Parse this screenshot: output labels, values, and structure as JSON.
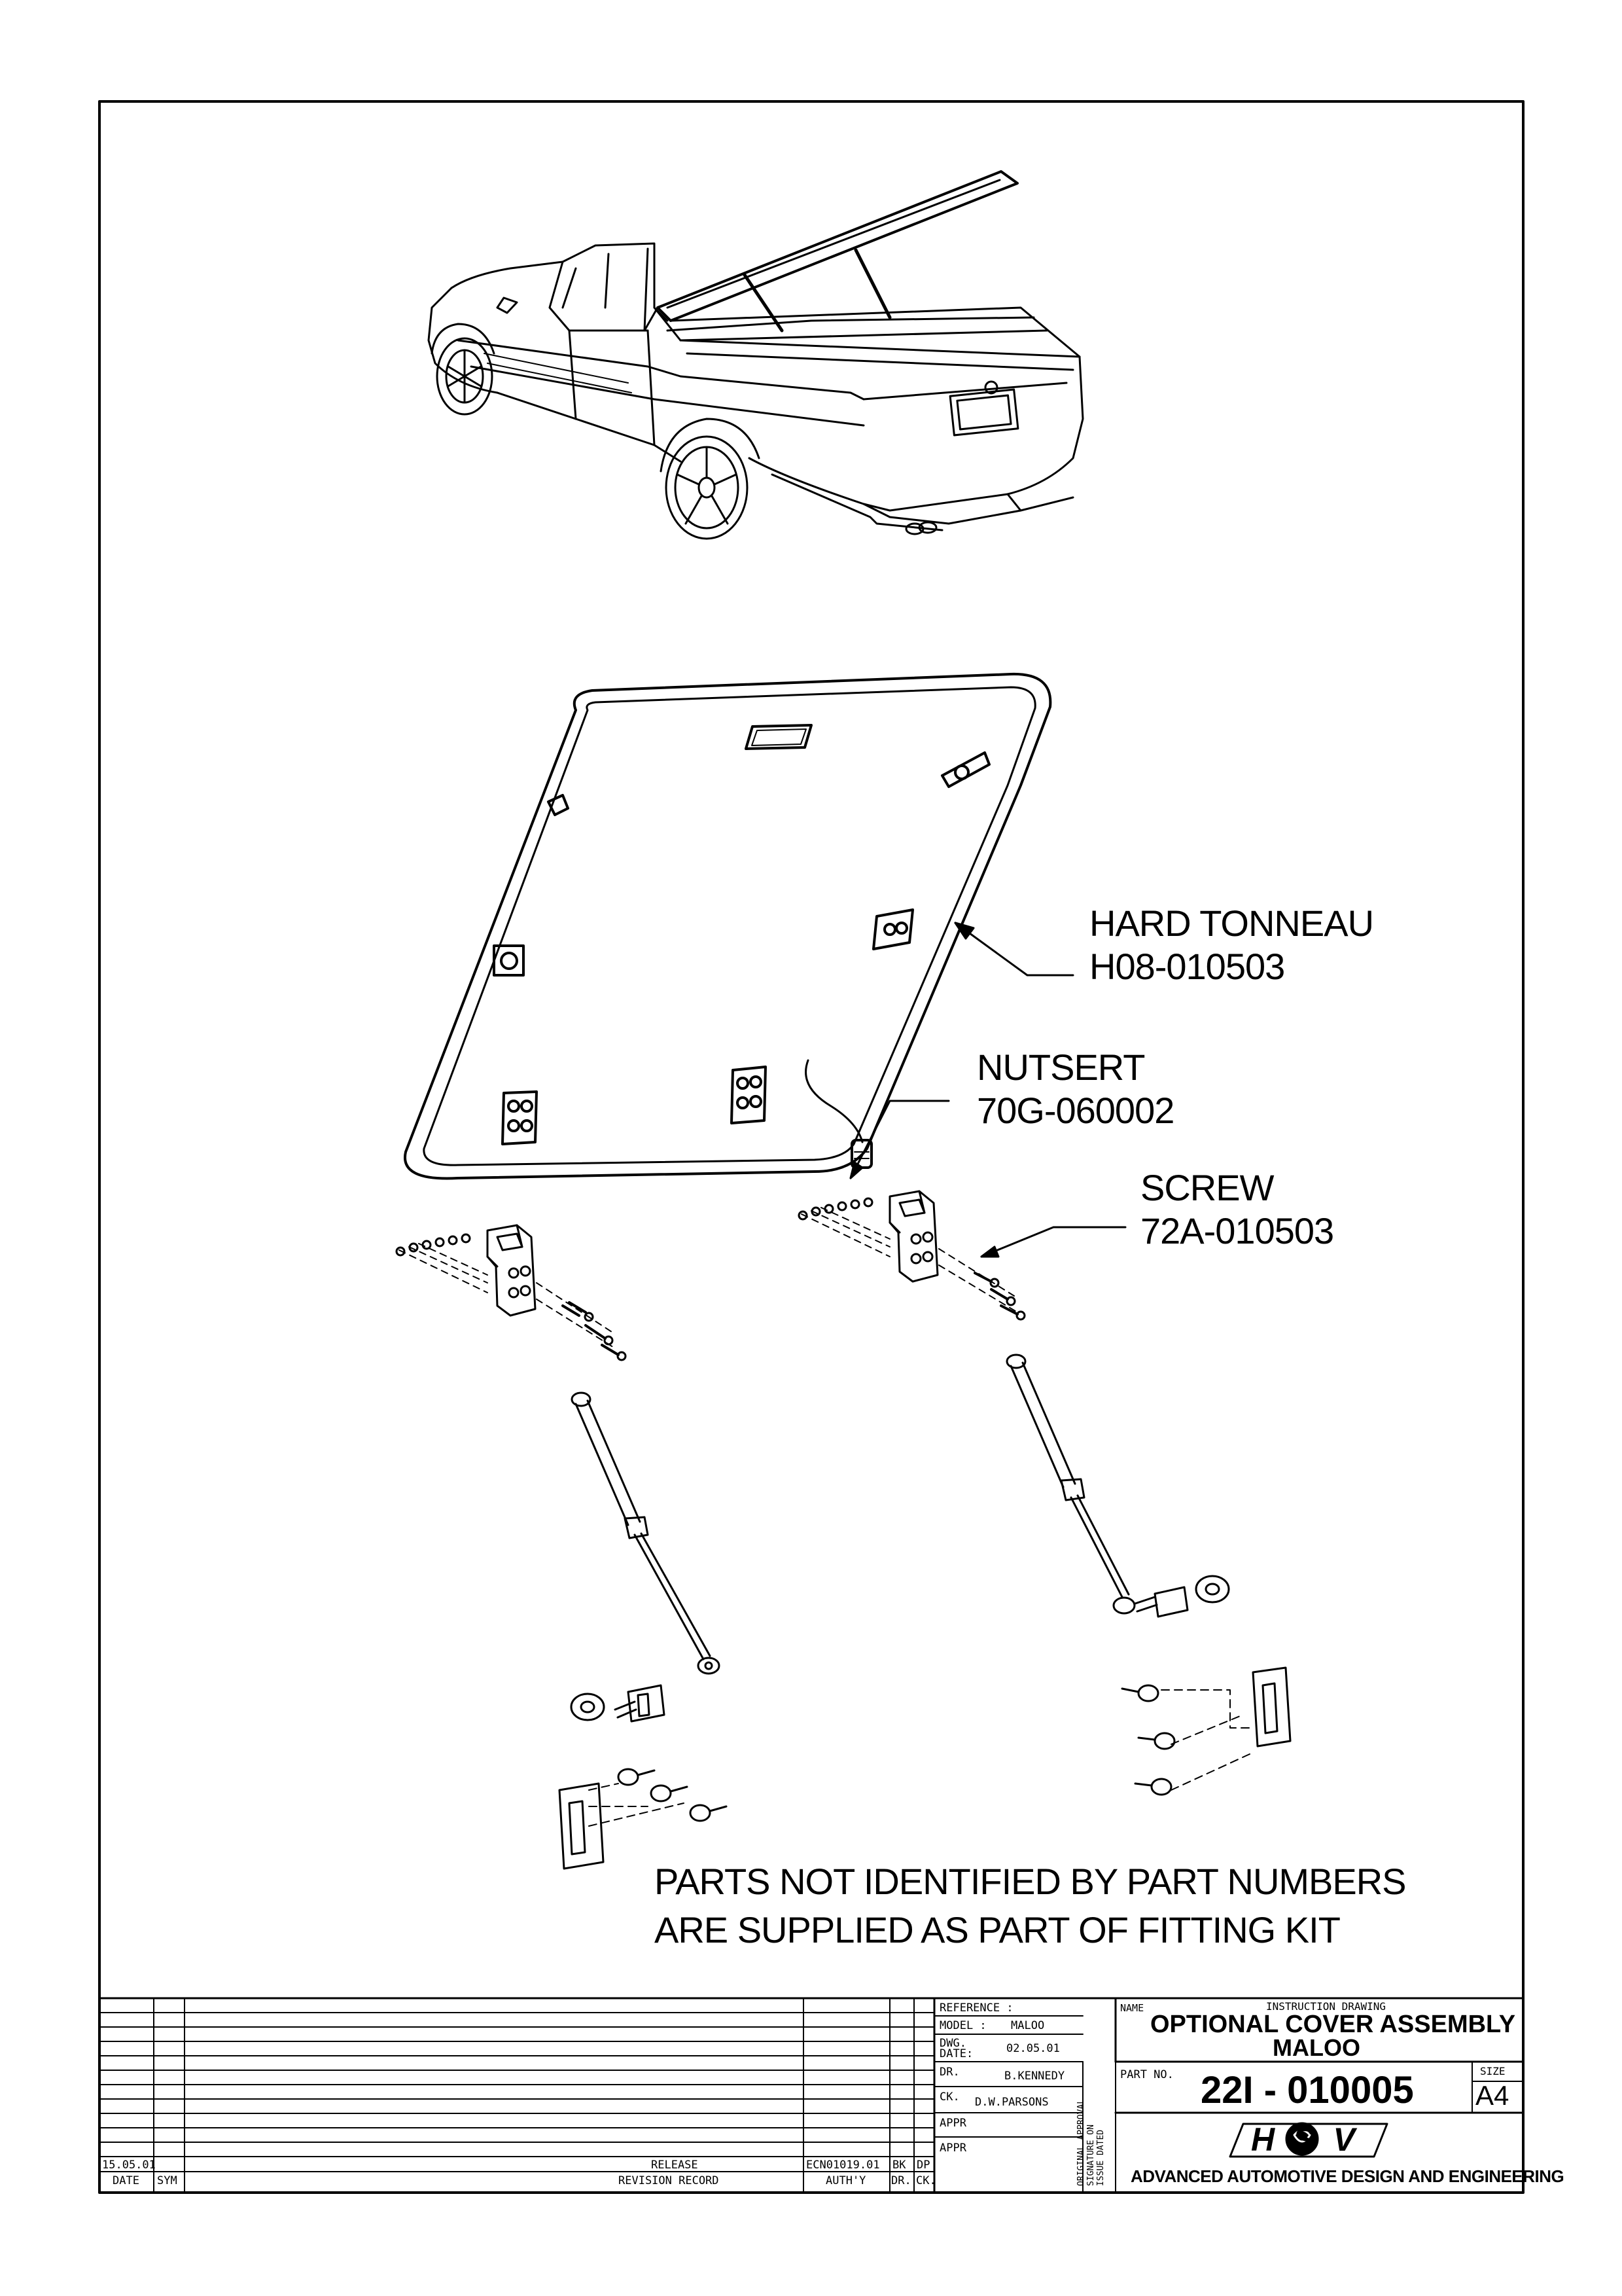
{
  "callouts": [
    {
      "name": "HARD TONNEAU",
      "part_no": "H08-010503"
    },
    {
      "name": "NUTSERT",
      "part_no": "70G-060002"
    },
    {
      "name": "SCREW",
      "part_no": "72A-010503"
    }
  ],
  "note": {
    "line1": "PARTS NOT IDENTIFIED BY PART NUMBERS",
    "line2": "ARE SUPPLIED AS PART OF FITTING KIT"
  },
  "revision": {
    "date": "15.05.01",
    "description": "RELEASE",
    "authority": "ECN01019.01",
    "dr": "BK",
    "ck": "DP",
    "headers": {
      "date": "DATE",
      "sym": "SYM",
      "record": "REVISION RECORD",
      "auth": "AUTH'Y",
      "dr": "DR.",
      "ck": "CK."
    }
  },
  "title_block": {
    "reference_label": "REFERENCE :",
    "model_label": "MODEL :",
    "model": "MALOO",
    "dwg_date_label_1": "DWG.",
    "dwg_date_label_2": "DATE:",
    "dwg_date": "02.05.01",
    "dr_label": "DR.",
    "dr": "B.KENNEDY",
    "ck_label": "CK.",
    "ck": "D.W.PARSONS",
    "appr_label_1": "APPR",
    "appr_label_2": "APPR",
    "approval_vertical_1": "ORIGINAL APPROVAL",
    "approval_vertical_2": "SIGNATURE ON",
    "approval_vertical_3": "ISSUE DATED",
    "name_label": "NAME",
    "subtitle": "INSTRUCTION DRAWING",
    "title_line1": "OPTIONAL COVER ASSEMBLY",
    "title_line2": "MALOO",
    "part_no_label": "PART NO.",
    "part_no": "22I - 010005",
    "size_label": "SIZE",
    "size": "A4",
    "logo_text": "HSV",
    "company": "ADVANCED AUTOMOTIVE DESIGN AND ENGINEERING"
  }
}
